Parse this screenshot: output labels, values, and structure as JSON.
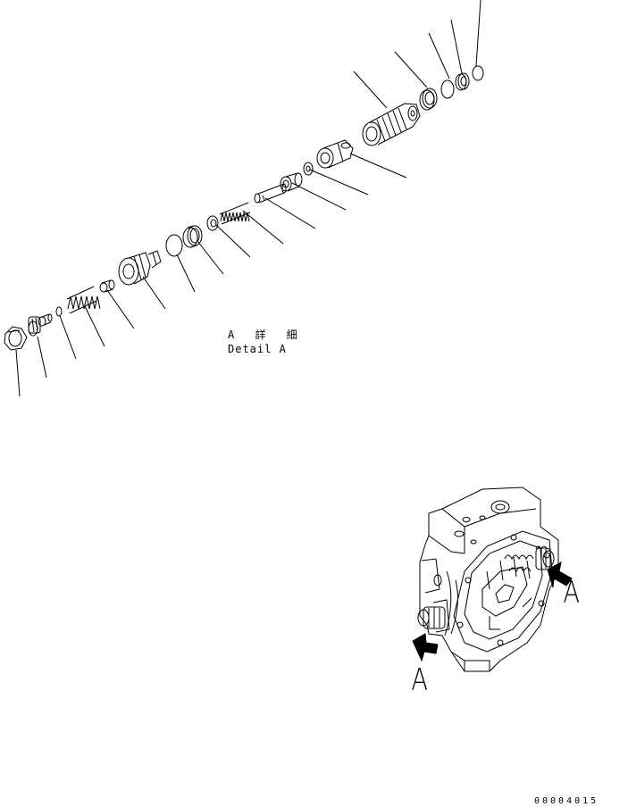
{
  "labels": {
    "detail_jp": "A 詳 細",
    "detail_en": "Detail A",
    "view_a_right": "A",
    "view_a_left": "A",
    "drawing_number": "00004015"
  },
  "colors": {
    "line": "#000000",
    "background": "#ffffff",
    "arrow_fill": "#000000"
  }
}
